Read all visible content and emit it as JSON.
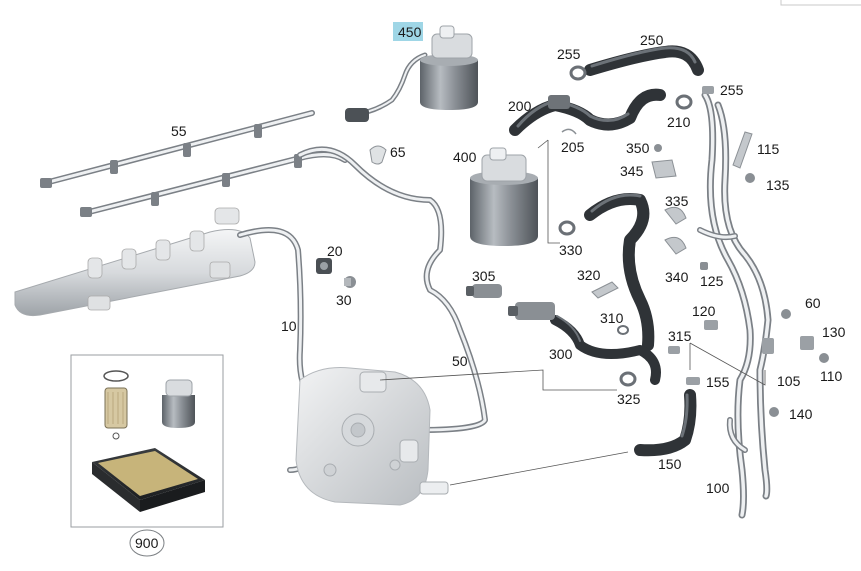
{
  "diagram": {
    "callouts": {
      "c450": "450",
      "c250": "250",
      "c255a": "255",
      "c255b": "255",
      "c200": "200",
      "c210": "210",
      "c205": "205",
      "c55": "55",
      "c65": "65",
      "c400": "400",
      "c350": "350",
      "c345": "345",
      "c115": "115",
      "c135": "135",
      "c335": "335",
      "c330": "330",
      "c340": "340",
      "c125": "125",
      "c20": "20",
      "c30": "30",
      "c305": "305",
      "c320": "320",
      "c10": "10",
      "c310": "310",
      "c120": "120",
      "c60": "60",
      "c315": "315",
      "c130": "130",
      "c300": "300",
      "c50": "50",
      "c105": "105",
      "c110": "110",
      "c325": "325",
      "c155": "155",
      "c140": "140",
      "c150": "150",
      "c100": "100",
      "c900": "900"
    },
    "highlight_color": "#9fd6e6",
    "hose_color": "#2f3337",
    "pipe_color": "#7b8086"
  }
}
